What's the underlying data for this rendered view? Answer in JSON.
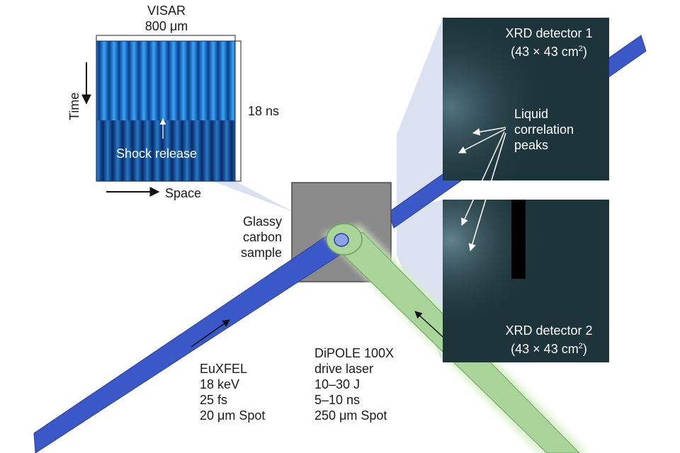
{
  "visar": {
    "title": "VISAR",
    "width_label": "800 μm",
    "duration_label": "18 ns",
    "time_axis": "Time",
    "space_axis": "Space",
    "annotation": "Shock release"
  },
  "sample": {
    "lines": [
      "Glassy",
      "carbon",
      "sample"
    ]
  },
  "detector1": {
    "name": "XRD detector 1",
    "size": "(43 × 43 cm",
    "size_sup": "2",
    "size_end": ")"
  },
  "detector2": {
    "name": "XRD detector 2",
    "size": "(43 × 43 cm",
    "size_sup": "2",
    "size_end": ")"
  },
  "peaks": {
    "lines": [
      "Liquid",
      "correlation",
      "peaks"
    ]
  },
  "euxfel": {
    "lines": [
      "EuXFEL",
      "18 keV",
      "25 fs",
      "20 μm Spot"
    ]
  },
  "laser": {
    "lines": [
      "DiPOLE 100X",
      "drive laser",
      "10–30 J",
      "5–10 ns",
      "250 μm Spot"
    ]
  },
  "colors": {
    "xray_beam": "#3b58c9",
    "laser_beam": "#a9d59a",
    "laser_glow": "#d4f0c4",
    "sample": "#8a8a8a",
    "detector": "#1d343b",
    "projection": "#d6def0",
    "visar_bright": "#2f9cf2",
    "visar_dark": "#0b3f95"
  }
}
